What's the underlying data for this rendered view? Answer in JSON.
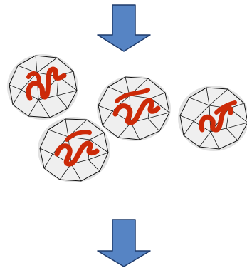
{
  "diagram": {
    "arrow_color": "#5684c4",
    "arrow_outline": "#1f3b6b",
    "particle_fill": "#efefef",
    "particle_halo": "#e2e2e2",
    "particle_edge": "#111111",
    "genome_color": "#cc2a08",
    "particles": [
      {
        "name": "virion-1",
        "icon": "icosahedral-capsid"
      },
      {
        "name": "virion-2",
        "icon": "icosahedral-capsid"
      },
      {
        "name": "virion-3",
        "icon": "icosahedral-capsid"
      },
      {
        "name": "virion-4",
        "icon": "icosahedral-capsid"
      }
    ],
    "arrows": [
      {
        "name": "top-down-arrow",
        "icon": "down-arrow"
      },
      {
        "name": "bottom-down-arrow",
        "icon": "down-arrow"
      }
    ]
  }
}
